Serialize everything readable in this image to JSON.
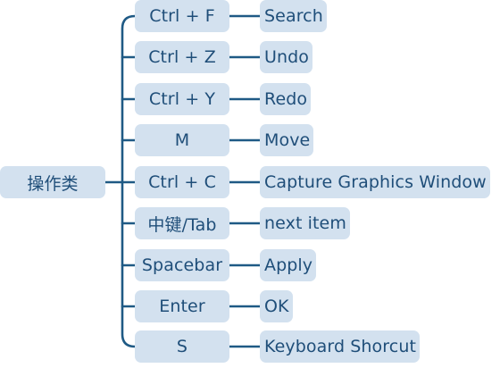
{
  "root": {
    "label": "操作类"
  },
  "shortcuts": [
    {
      "key": "Ctrl + F",
      "action": "Search"
    },
    {
      "key": "Ctrl + Z",
      "action": "Undo"
    },
    {
      "key": "Ctrl + Y",
      "action": "Redo"
    },
    {
      "key": "M",
      "action": "Move"
    },
    {
      "key": "Ctrl + C",
      "action": "Capture Graphics Window"
    },
    {
      "key": "中键/Tab",
      "action": "next item"
    },
    {
      "key": "Spacebar",
      "action": "Apply"
    },
    {
      "key": "Enter",
      "action": "OK"
    },
    {
      "key": "S",
      "action": "Keyboard Shorcut"
    }
  ],
  "colors": {
    "node_fill": "#d3e1ef",
    "node_text": "#1f4e79",
    "connector": "#1f5a85"
  }
}
